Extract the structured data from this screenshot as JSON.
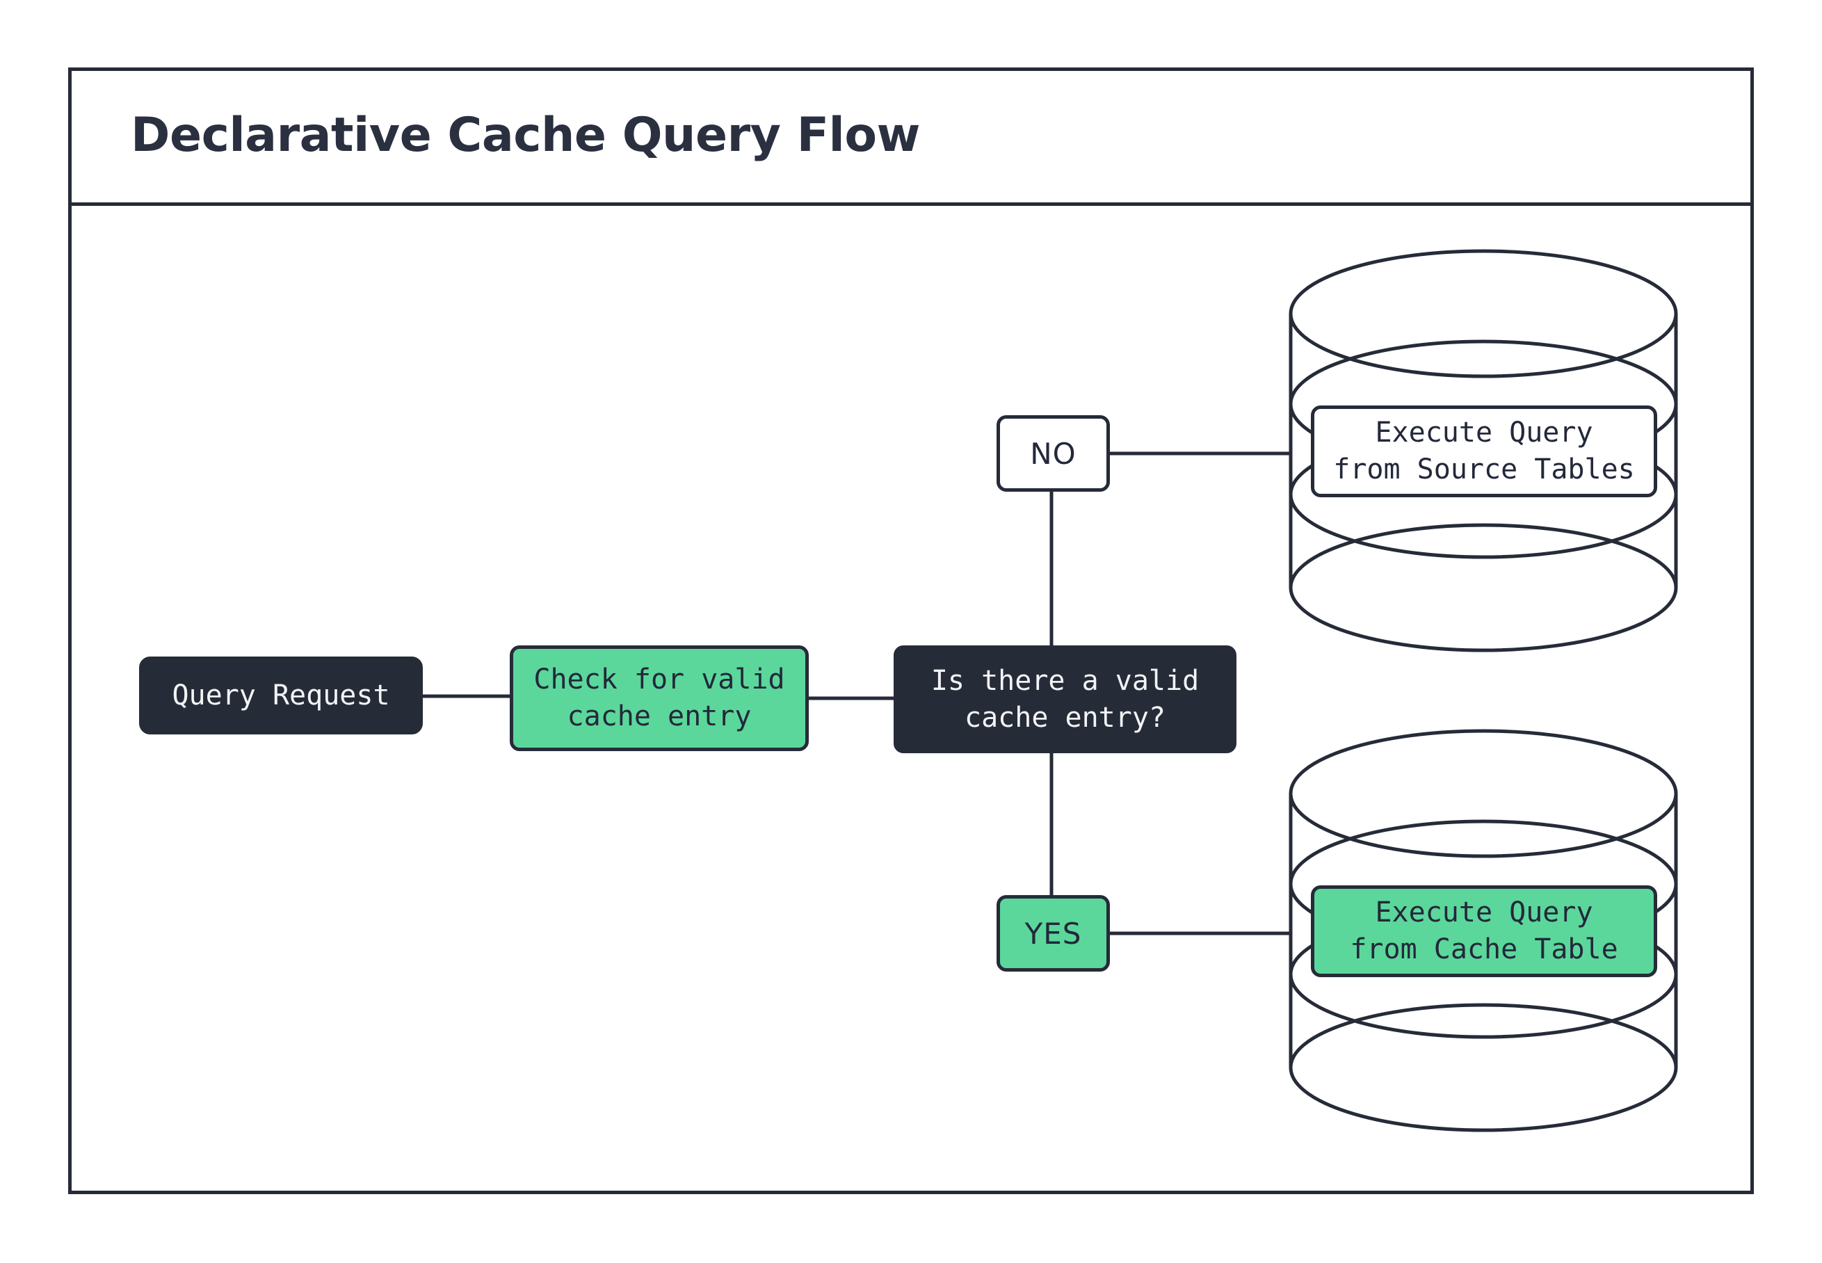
{
  "diagram": {
    "title": "Declarative Cache Query Flow",
    "colors": {
      "ink": "#262b38",
      "dark_node_bg": "#262b38",
      "dark_node_text": "#f2f3f5",
      "green": "#5bd79b",
      "canvas": "#ffffff"
    },
    "nodes": {
      "query_request": "Query Request",
      "check_cache": "Check for valid\ncache entry",
      "decision": "Is there a valid\ncache entry?",
      "execute_source": "Execute Query\nfrom Source Tables",
      "execute_cache": "Execute Query\nfrom Cache Table"
    },
    "edge_labels": {
      "no": "NO",
      "yes": "YES"
    },
    "shape_names": {
      "source_db": "database-cylinder-source-tables",
      "cache_db": "database-cylinder-cache-table"
    }
  }
}
